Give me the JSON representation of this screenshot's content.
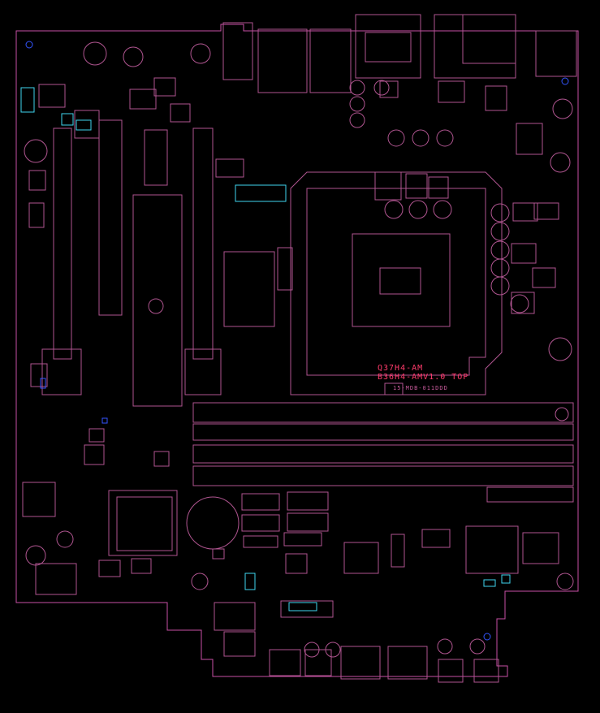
{
  "board": {
    "model_line1": "Q37H4-AM",
    "model_line2": "B36H4-AMV1.0 TOP",
    "part_number": "15-MDB-011DDD"
  },
  "colors": {
    "background": "#000000",
    "outline": "#c84fa6",
    "component": "#b05590",
    "highlight": "#3fd6f0",
    "marker": "#3355ff",
    "label": "#ff3b6b"
  }
}
